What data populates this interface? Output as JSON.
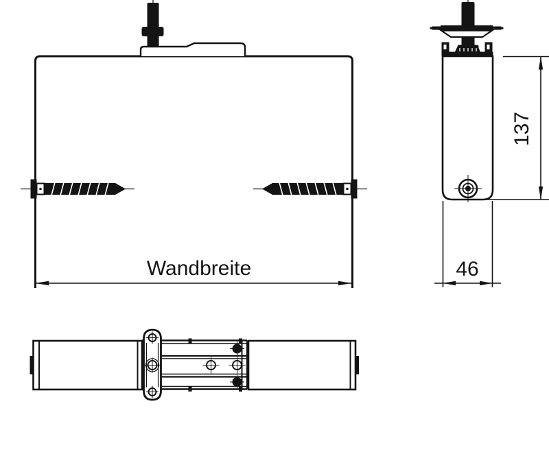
{
  "diagram": {
    "kind": "technical-drawing",
    "dimensions": {
      "wall_width_label": "Wandbreite",
      "height_mm": "137",
      "depth_mm": "46"
    },
    "colors": {
      "line": "#141414",
      "background": "#ffffff"
    }
  }
}
